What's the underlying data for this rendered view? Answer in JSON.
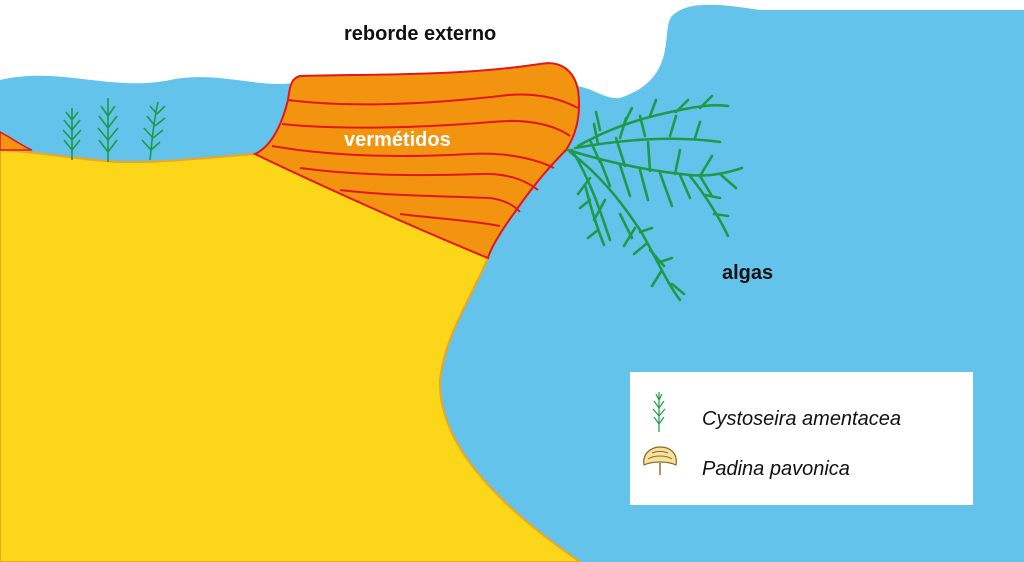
{
  "labels": {
    "outer_rim": "reborde externo",
    "vermetids": "vermétidos",
    "algae": "algas"
  },
  "legend": {
    "items": [
      {
        "icon": "cystoseira-icon",
        "label": "Cystoseira amentacea"
      },
      {
        "icon": "padina-icon",
        "label": "Padina pavonica"
      }
    ]
  },
  "colors": {
    "sea": "#63C3EB",
    "rock": "#FCD619",
    "rock_edge": "#F0A51C",
    "vermetid": "#F2940F",
    "vermetid_lines": "#E3161D",
    "algae": "#1E9A4A",
    "legend_bg": "#FFFFFF"
  }
}
